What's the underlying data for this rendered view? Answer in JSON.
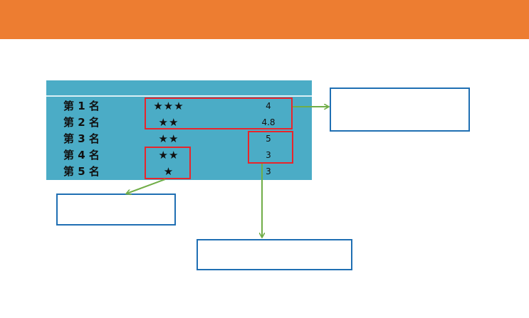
{
  "colors": {
    "banner": "#ED7D31",
    "table_background": "#4BACC6",
    "highlight_box": "#E8252B",
    "callout_box": "#1F6FB3",
    "arrow": "#70AD47"
  },
  "table": {
    "rows": [
      {
        "rank": "第 1 名",
        "stars": "★★★",
        "score": "4"
      },
      {
        "rank": "第 2 名",
        "stars": "★★",
        "score": "4.8"
      },
      {
        "rank": "第 3 名",
        "stars": "★★",
        "score": "5"
      },
      {
        "rank": "第 4 名",
        "stars": "★★",
        "score": "3"
      },
      {
        "rank": "第 5 名",
        "stars": "★",
        "score": "3"
      }
    ]
  },
  "callouts": {
    "right": "",
    "bottom_left": "",
    "bottom_center": ""
  }
}
